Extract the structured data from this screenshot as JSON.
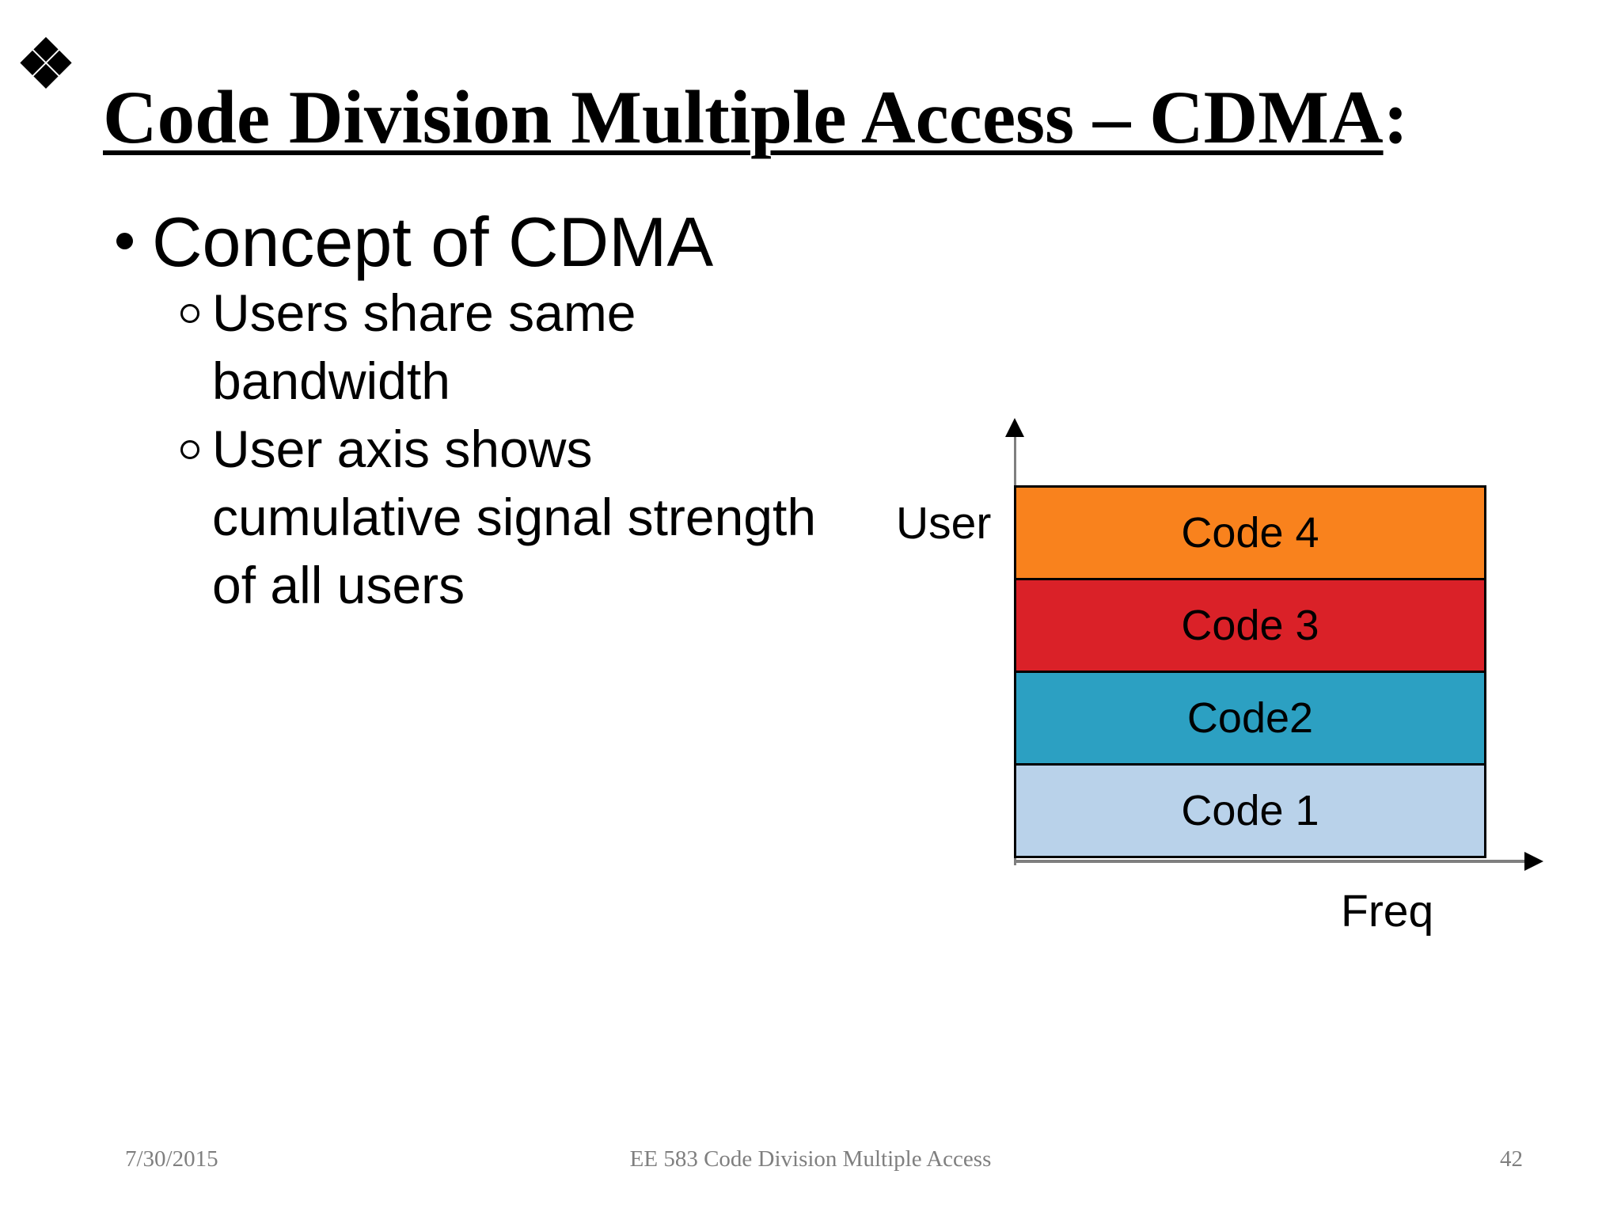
{
  "slide": {
    "title": {
      "text": "Code Division Multiple Access – CDMA",
      "suffix": ":"
    },
    "bullets": {
      "level1": "Concept of CDMA",
      "level2": [
        {
          "lines": [
            "Users share same",
            "bandwidth"
          ]
        },
        {
          "lines": [
            "User axis shows",
            "cumulative signal strength",
            "of all users"
          ]
        }
      ]
    },
    "diagram": {
      "y_axis_label": "User",
      "x_axis_label": "Freq",
      "axis_color": "#7f7f7f",
      "codes": [
        {
          "label": "Code 4",
          "color": "#F9821D"
        },
        {
          "label": "Code 3",
          "color": "#DA2128"
        },
        {
          "label": "Code2",
          "color": "#2CA0C2"
        },
        {
          "label": "Code 1",
          "color": "#B9D2EA"
        }
      ]
    },
    "footer": {
      "date": "7/30/2015",
      "center": "EE 583 Code Division Multiple Access",
      "page": "42"
    }
  }
}
